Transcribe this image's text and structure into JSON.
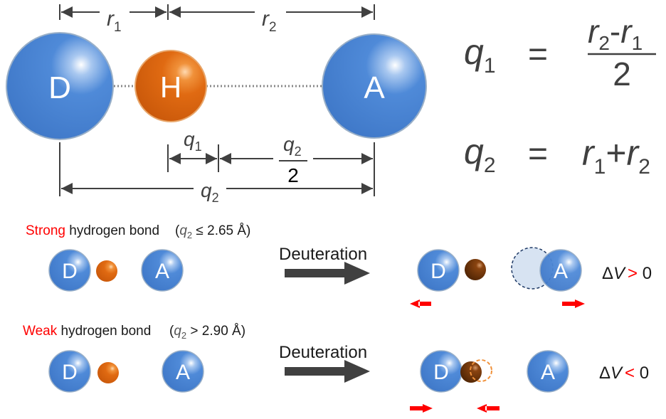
{
  "colors": {
    "blue_atom": "#4a86d6",
    "orange_atom": "#e06a12",
    "brown_atom": "#6b3206",
    "arrow_red": "#ff0000",
    "arrow_dark": "#404040",
    "text_red": "#ff0000",
    "text_dark": "#404040"
  },
  "top_diagram": {
    "atoms": {
      "donor": "D",
      "hydrogen": "H",
      "acceptor": "A"
    },
    "dims": {
      "r1": "r",
      "r1_sub": "1",
      "r2": "r",
      "r2_sub": "2",
      "q1": "q",
      "q1_sub": "1",
      "q2_half_num": "q",
      "q2_half_sub": "2",
      "q2_half_den": "2",
      "q2": "q",
      "q2_sub": "2"
    }
  },
  "equations": {
    "q1_lhs": "q",
    "q1_lhs_sub": "1",
    "equals": "=",
    "q1_num_a": "r",
    "q1_num_a_sub": "2",
    "q1_num_op": "-",
    "q1_num_b": "r",
    "q1_num_b_sub": "1",
    "q1_den": "2",
    "q2_lhs": "q",
    "q2_lhs_sub": "2",
    "q2_a": "r",
    "q2_a_sub": "1",
    "q2_op": "+",
    "q2_b": "r",
    "q2_b_sub": "2"
  },
  "strong": {
    "label_red": "Strong",
    "label_rest": " hydrogen bond",
    "cond_open": "(",
    "cond_var": "q",
    "cond_sub": "2",
    "cond_rest": " ≤ 2.65 Å)",
    "d": "D",
    "a": "A",
    "arrow_label": "Deuteration",
    "result_d": "D",
    "result_a": "A",
    "delta": "Δ",
    "v": "V",
    "cmp": ">",
    "zero": " 0"
  },
  "weak": {
    "label_red": "Weak",
    "label_rest": " hydrogen bond",
    "cond_open": "(",
    "cond_var": "q",
    "cond_sub": "2",
    "cond_rest": " > 2.90 Å)",
    "d": "D",
    "a": "A",
    "arrow_label": "Deuteration",
    "result_d": "D",
    "result_a": "A",
    "delta": "Δ",
    "v": "V",
    "cmp": "<",
    "zero": " 0"
  }
}
